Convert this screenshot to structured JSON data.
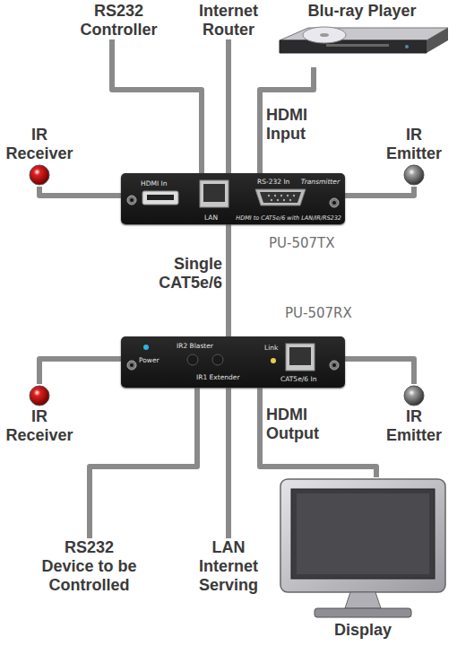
{
  "diagram": {
    "nodes": [
      {
        "text": [
          "RS232 Controller"
        ]
      },
      {
        "text": [
          "Internet Router"
        ]
      },
      {
        "text": [
          "Blu-ray Player"
        ]
      },
      {
        "text": [
          "IR Receiver"
        ]
      },
      {
        "text": [
          "IR Emitter"
        ]
      },
      {
        "text": [
          "HDMI In",
          "LAN",
          "RS-232 In",
          "Transmitter",
          "HDMI to CAT5e/6 with LAN/IR/RS232"
        ]
      },
      {
        "text": [
          "Power",
          "IR2 Blaster",
          "IR1 Extender",
          "Link",
          "CAT5e/6 In"
        ]
      },
      {
        "text": [
          "IR Receiver"
        ]
      },
      {
        "text": [
          "IR Emitter"
        ]
      },
      {
        "text": [
          "RS232 Device to be Controlled"
        ]
      },
      {
        "text": [
          "LAN Internet Serving"
        ]
      },
      {
        "text": [
          "Display"
        ]
      }
    ],
    "edges": [
      {
        "from": 0,
        "to": 5,
        "arrow": "none"
      },
      {
        "from": 1,
        "to": 5,
        "arrow": "none"
      },
      {
        "from": 2,
        "to": 5,
        "label": "HDMI Input",
        "arrow": "none"
      },
      {
        "from": 3,
        "to": 5,
        "arrow": "none"
      },
      {
        "from": 4,
        "to": 5,
        "arrow": "none"
      },
      {
        "from": 5,
        "to": 6,
        "label": "Single CAT5e/6",
        "arrow": "none"
      },
      {
        "from": 7,
        "to": 6,
        "arrow": "none"
      },
      {
        "from": 8,
        "to": 6,
        "arrow": "none"
      },
      {
        "from": 6,
        "to": 9,
        "arrow": "none"
      },
      {
        "from": 6,
        "to": 10,
        "arrow": "none"
      },
      {
        "from": 6,
        "to": 11,
        "label": "HDMI Output",
        "arrow": "none"
      }
    ],
    "labels": [
      "PU-507TX",
      "PU-507RX"
    ]
  }
}
